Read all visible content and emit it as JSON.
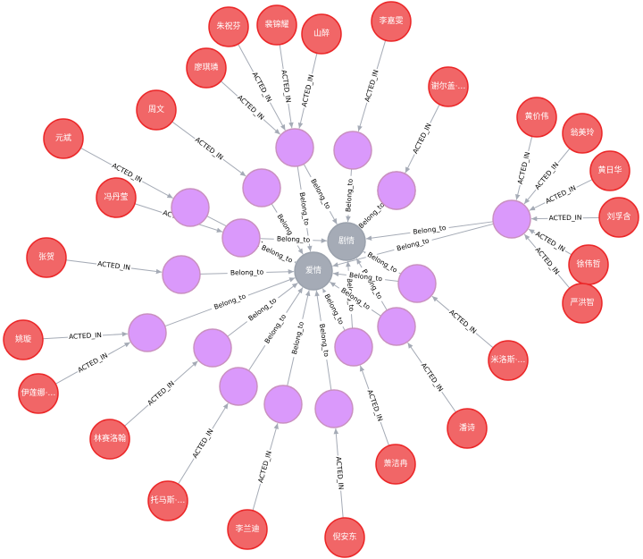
{
  "colors": {
    "person": "#f16667",
    "person_stroke": "#eb2728",
    "movie": "#da99fb",
    "movie_stroke": "#c990c0",
    "genre": "#a5abb6",
    "genre_stroke": "#9aa1ac",
    "edge": "#a5abb6"
  },
  "rel_types": {
    "acted": "ACTED_IN",
    "belong": "Belong_to"
  },
  "nodes": [
    {
      "id": "g1",
      "type": "genre",
      "label": "爱情"
    },
    {
      "id": "g2",
      "type": "genre",
      "label": "剧情"
    },
    {
      "id": "m1",
      "type": "movie",
      "label": ""
    },
    {
      "id": "m2",
      "type": "movie",
      "label": ""
    },
    {
      "id": "m3",
      "type": "movie",
      "label": ""
    },
    {
      "id": "m4",
      "type": "movie",
      "label": ""
    },
    {
      "id": "m5",
      "type": "movie",
      "label": ""
    },
    {
      "id": "m6",
      "type": "movie",
      "label": ""
    },
    {
      "id": "m7",
      "type": "movie",
      "label": ""
    },
    {
      "id": "m8",
      "type": "movie",
      "label": ""
    },
    {
      "id": "m9",
      "type": "movie",
      "label": ""
    },
    {
      "id": "m10",
      "type": "movie",
      "label": ""
    },
    {
      "id": "m11",
      "type": "movie",
      "label": ""
    },
    {
      "id": "m12",
      "type": "movie",
      "label": ""
    },
    {
      "id": "m13",
      "type": "movie",
      "label": ""
    },
    {
      "id": "m14",
      "type": "movie",
      "label": ""
    },
    {
      "id": "m15",
      "type": "movie",
      "label": ""
    },
    {
      "id": "m16",
      "type": "movie",
      "label": ""
    },
    {
      "id": "m17",
      "type": "movie",
      "label": ""
    },
    {
      "id": "p1",
      "type": "person",
      "label": "朱祝芬"
    },
    {
      "id": "p2",
      "type": "person",
      "label": "裴锦耀"
    },
    {
      "id": "p3",
      "type": "person",
      "label": "山醉"
    },
    {
      "id": "p4",
      "type": "person",
      "label": "李嘉雯"
    },
    {
      "id": "p5",
      "type": "person",
      "label": "廖琪璘"
    },
    {
      "id": "p6",
      "type": "person",
      "label": "谢尔盖·…"
    },
    {
      "id": "p7",
      "type": "person",
      "label": "周文"
    },
    {
      "id": "p8",
      "type": "person",
      "label": "元斌"
    },
    {
      "id": "p9",
      "type": "person",
      "label": "冯丹莹"
    },
    {
      "id": "p10",
      "type": "person",
      "label": "张贺"
    },
    {
      "id": "p11",
      "type": "person",
      "label": "姚璇"
    },
    {
      "id": "p12",
      "type": "person",
      "label": "伊莲娜·…"
    },
    {
      "id": "p13",
      "type": "person",
      "label": "林赛洛翰"
    },
    {
      "id": "p14",
      "type": "person",
      "label": "托马斯·…"
    },
    {
      "id": "p15",
      "type": "person",
      "label": "李兰迪"
    },
    {
      "id": "p16",
      "type": "person",
      "label": "倪安东"
    },
    {
      "id": "p17",
      "type": "person",
      "label": "萧洁冉"
    },
    {
      "id": "p18",
      "type": "person",
      "label": "潘诗"
    },
    {
      "id": "p19",
      "type": "person",
      "label": "米洛斯·…"
    },
    {
      "id": "p20",
      "type": "person",
      "label": "黄价伟"
    },
    {
      "id": "p21",
      "type": "person",
      "label": "翁美玲"
    },
    {
      "id": "p22",
      "type": "person",
      "label": "黄日华"
    },
    {
      "id": "p23",
      "type": "person",
      "label": "刘孚含"
    },
    {
      "id": "p24",
      "type": "person",
      "label": "徐伟哲"
    },
    {
      "id": "p25",
      "type": "person",
      "label": "严洪智"
    }
  ],
  "edges": [
    {
      "from": "p1",
      "to": "m1",
      "label": "ACTED_IN"
    },
    {
      "from": "p2",
      "to": "m1",
      "label": "ACTED_IN"
    },
    {
      "from": "p3",
      "to": "m1",
      "label": "ACTED_IN"
    },
    {
      "from": "p5",
      "to": "m1",
      "label": "ACTED_IN"
    },
    {
      "from": "p4",
      "to": "m2",
      "label": "ACTED_IN"
    },
    {
      "from": "p6",
      "to": "m3",
      "label": "ACTED_IN"
    },
    {
      "from": "p7",
      "to": "m4",
      "label": "ACTED_IN"
    },
    {
      "from": "p8",
      "to": "m5",
      "label": "ACTED_IN"
    },
    {
      "from": "p9",
      "to": "m6",
      "label": "ACTED_IN"
    },
    {
      "from": "p10",
      "to": "m7",
      "label": "ACTED_IN"
    },
    {
      "from": "p11",
      "to": "m8",
      "label": "ACTED_IN"
    },
    {
      "from": "p12",
      "to": "m8",
      "label": "ACTED_IN"
    },
    {
      "from": "p13",
      "to": "m9",
      "label": "ACTED_IN"
    },
    {
      "from": "p14",
      "to": "m10",
      "label": "ACTED_IN"
    },
    {
      "from": "p15",
      "to": "m11",
      "label": "ACTED_IN"
    },
    {
      "from": "p16",
      "to": "m12",
      "label": "ACTED_IN"
    },
    {
      "from": "p17",
      "to": "m13",
      "label": "ACTED_IN"
    },
    {
      "from": "p18",
      "to": "m14",
      "label": "ACTED_IN"
    },
    {
      "from": "p19",
      "to": "m15",
      "label": "ACTED_IN"
    },
    {
      "from": "p20",
      "to": "m17",
      "label": "ACTED_IN"
    },
    {
      "from": "p21",
      "to": "m17",
      "label": "ACTED_IN"
    },
    {
      "from": "p22",
      "to": "m17",
      "label": "ACTED_IN"
    },
    {
      "from": "p23",
      "to": "m17",
      "label": "ACTED_IN"
    },
    {
      "from": "p24",
      "to": "m17",
      "label": "ACTED_IN"
    },
    {
      "from": "p25",
      "to": "m17",
      "label": "ACTED_IN"
    },
    {
      "from": "m1",
      "to": "g1",
      "label": "Belong_to"
    },
    {
      "from": "m1",
      "to": "g2",
      "label": "Belong_to"
    },
    {
      "from": "m2",
      "to": "g2",
      "label": "Belong_to"
    },
    {
      "from": "m3",
      "to": "g2",
      "label": "Belong_to"
    },
    {
      "from": "m4",
      "to": "g1",
      "label": "Belong_to"
    },
    {
      "from": "m5",
      "to": "g1",
      "label": "Belong_to"
    },
    {
      "from": "m6",
      "to": "g1",
      "label": "Belong_to"
    },
    {
      "from": "m6",
      "to": "g2",
      "label": "Belong_to"
    },
    {
      "from": "m7",
      "to": "g1",
      "label": "Belong_to"
    },
    {
      "from": "m8",
      "to": "g1",
      "label": "Belong_to"
    },
    {
      "from": "m9",
      "to": "g1",
      "label": "Belong_to"
    },
    {
      "from": "m10",
      "to": "g1",
      "label": "Belong_to"
    },
    {
      "from": "m11",
      "to": "g1",
      "label": "Belong_to"
    },
    {
      "from": "m12",
      "to": "g1",
      "label": "Belong_to"
    },
    {
      "from": "m13",
      "to": "g1",
      "label": "Belong_to"
    },
    {
      "from": "m13",
      "to": "g2",
      "label": "Belong_to"
    },
    {
      "from": "m14",
      "to": "g1",
      "label": "Belong_to"
    },
    {
      "from": "m14",
      "to": "g2",
      "label": "Belong_to"
    },
    {
      "from": "m15",
      "to": "g1",
      "label": "Belong_to"
    },
    {
      "from": "m15",
      "to": "g2",
      "label": "Belong_to"
    },
    {
      "from": "m17",
      "to": "g2",
      "label": "Belong_to"
    },
    {
      "from": "m17",
      "to": "g1",
      "label": "Belong_to"
    }
  ]
}
